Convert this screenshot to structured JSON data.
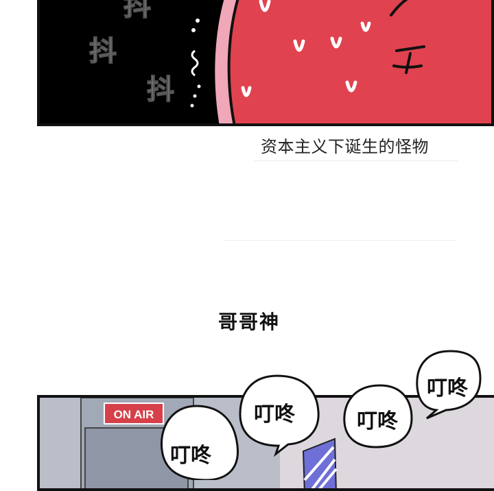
{
  "top_panel": {
    "sfx": [
      "抖",
      "抖",
      "抖"
    ],
    "colors": {
      "background": "#000000",
      "creature": "#e0424f",
      "creature_edge": "#f0a7b8"
    }
  },
  "caption": "资本主义下诞生的怪物",
  "chapter_title": "哥哥神",
  "bottom_panel": {
    "sign": "ON AIR",
    "bubbles": [
      "叮咚",
      "叮咚",
      "叮咚",
      "叮咚"
    ],
    "colors": {
      "wall": "#b9bec9",
      "sign": "#d6404a",
      "stripe": "#6f6fd8"
    }
  }
}
